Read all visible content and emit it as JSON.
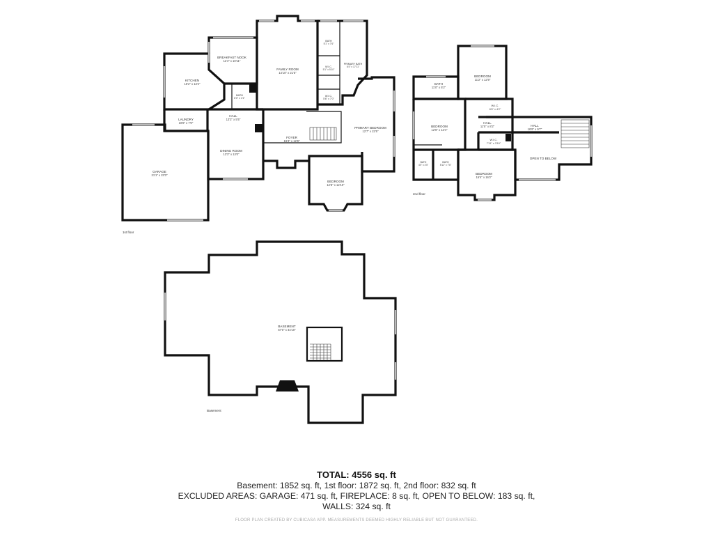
{
  "floors": {
    "first": {
      "label": "1st floor"
    },
    "second": {
      "label": "2nd floor"
    },
    "basement": {
      "label": "Basement"
    }
  },
  "rooms": [
    {
      "id": "breakfast-nook",
      "name": "BREAKFAST NOOK",
      "dims": "11'4\" x 10'11\""
    },
    {
      "id": "family-room",
      "name": "FAMILY ROOM",
      "dims": "14'10\" x 21'5\""
    },
    {
      "id": "bath-a",
      "name": "BATH",
      "dims": "5'1\" x 7'6\""
    },
    {
      "id": "wic-a",
      "name": "W.I.C.",
      "dims": "5'1\" x 5'10\""
    },
    {
      "id": "primary-bath",
      "name": "PRIMARY BATH",
      "dims": "6'4\" x 17'11\""
    },
    {
      "id": "kitchen",
      "name": "KITCHEN",
      "dims": "16'2\" x 13'4\""
    },
    {
      "id": "bath-b",
      "name": "BATH",
      "dims": "6'0\" x 4'1\""
    },
    {
      "id": "wic-b",
      "name": "W.I.C.",
      "dims": "5'6\" x 7'0\""
    },
    {
      "id": "laundry",
      "name": "LAUNDRY",
      "dims": "10'8\" x 7'0\""
    },
    {
      "id": "hall-1",
      "name": "HALL",
      "dims": "13'3\" x 5'5\""
    },
    {
      "id": "foyer",
      "name": "FOYER",
      "dims": "19'4\" x 12'9\""
    },
    {
      "id": "primary-bedroom",
      "name": "PRIMARY BEDROOM",
      "dims": "12'7\" x 22'5\""
    },
    {
      "id": "dining-room",
      "name": "DINING ROOM",
      "dims": "13'3\" x 13'0\""
    },
    {
      "id": "garage",
      "name": "GARAGE",
      "dims": "21'1\" x 23'3\""
    },
    {
      "id": "bedroom-1",
      "name": "BEDROOM",
      "dims": "12'8\" x 12'10\""
    },
    {
      "id": "bath-2a",
      "name": "BATH",
      "dims": "11'0\" x 5'2\""
    },
    {
      "id": "bedroom-2a",
      "name": "BEDROOM",
      "dims": "11'2\" x 12'9\""
    },
    {
      "id": "wic-2a",
      "name": "W.I.C.",
      "dims": "6'6\" x 4'2\""
    },
    {
      "id": "bedroom-2b",
      "name": "BEDROOM",
      "dims": "12'6\" x 12'4\""
    },
    {
      "id": "hall-2a",
      "name": "HALL",
      "dims": "11'5\" x 8'2\""
    },
    {
      "id": "hall-2b",
      "name": "HALL",
      "dims": "16'9\" x 9'7\""
    },
    {
      "id": "wic-2b",
      "name": "W.I.C.",
      "dims": "7'11\" x 3'10\""
    },
    {
      "id": "open-to-below",
      "name": "OPEN TO BELOW",
      "dims": ""
    },
    {
      "id": "bath-2b",
      "name": "BATH",
      "dims": "4'0\" x 4'5\""
    },
    {
      "id": "bath-2c",
      "name": "BATH",
      "dims": "5'11\" x 7'6\""
    },
    {
      "id": "bedroom-2c",
      "name": "BEDROOM",
      "dims": "15'4\" x 16'2\""
    },
    {
      "id": "basement",
      "name": "BASEMENT",
      "dims": "57'0\" x 44'10\""
    }
  ],
  "summary": {
    "total": "TOTAL: 4556 sq. ft",
    "line1": "Basement: 1852 sq. ft, 1st floor: 1872 sq. ft, 2nd floor: 832 sq. ft",
    "line2": "EXCLUDED AREAS: GARAGE: 471 sq. ft, FIREPLACE: 8 sq. ft, OPEN TO BELOW: 183 sq. ft,",
    "line3": "WALLS: 324 sq. ft",
    "credit": "FLOOR PLAN CREATED BY CUBICASA APP. MEASUREMENTS DEEMED HIGHLY RELIABLE BUT NOT GUARANTEED."
  },
  "colors": {
    "wall": "#111111",
    "window": "#bbbbbb",
    "fireplace": "#111111"
  }
}
